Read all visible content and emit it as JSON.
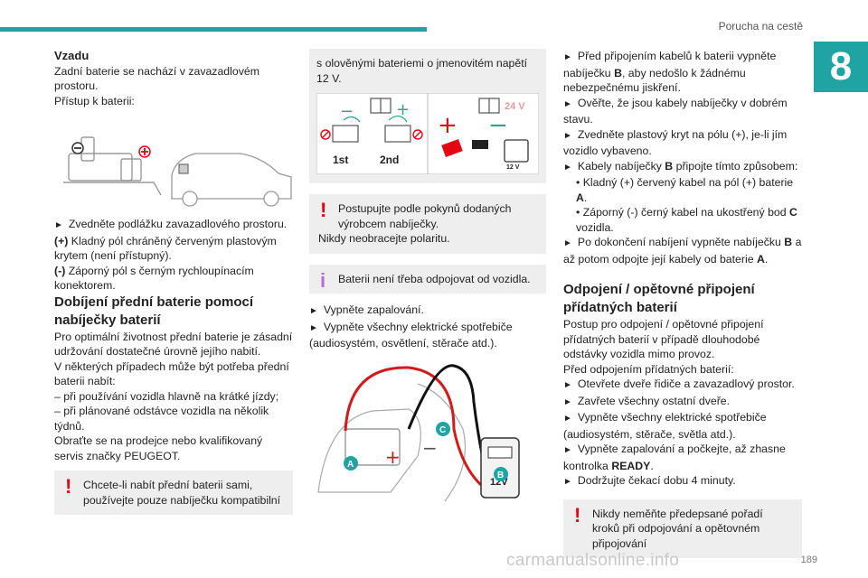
{
  "header": {
    "title": "Porucha na cestě",
    "chapter": "8"
  },
  "footer": {
    "page": "189",
    "watermark": "carmanualsonline.info"
  },
  "col1": {
    "heading_rear": "Vzadu",
    "p_rear": "Zadní baterie se nachází v zavazadlovém prostoru.",
    "p_access": "Přístup k baterii:",
    "step_floor": "Zvedněte podlážku zavazadlového prostoru.",
    "plus_prefix": "(+)",
    "plus_text": "Kladný pól chráněný červeným plastovým krytem (není přístupný).",
    "minus_prefix": "(-)",
    "minus_text": "Záporný pól s černým rychloupínacím konektorem.",
    "heading_charge": "Dobíjení přední baterie pomocí nabíječky baterií",
    "p_charge1": "Pro optimální životnost přední baterie je zásadní udržování dostatečné úrovně jejího nabití.",
    "p_charge2": "V některých případech může být potřeba přední baterii nabít:",
    "list1": "– při používání vozidla hlavně na krátké jízdy;",
    "list2": "– při plánované odstávce vozidla na několik týdnů.",
    "p_dealer": "Obraťte se na prodejce nebo kvalifikovaný servis značky PEUGEOT.",
    "warn_text": "Chcete-li nabít přední baterii sami, používejte pouze nabíječku kompatibilní"
  },
  "col2": {
    "gray_text": "s olověnými bateriemi o jmenovitém napětí 12 V.",
    "fig_24v": "24 V",
    "fig_12v": "12 V",
    "fig_1st": "1st",
    "fig_2nd": "2nd",
    "warn_text": "Postupujte podle pokynů dodaných výrobcem nabíječky.",
    "warn_text2": "Nikdy neobracejte polaritu.",
    "info_text": "Baterii není třeba odpojovat od vozidla.",
    "step_ign": "Vypněte zapalování.",
    "step_cons": "Vypněte všechny elektrické spotřebiče (audiosystém, osvětlení, stěrače atd.).",
    "label_a": "A",
    "label_b": "B",
    "label_c": "C",
    "label_12v": "12V"
  },
  "col3": {
    "s1": "Před připojením kabelů k baterii vypněte nabíječku",
    "s1_b": "B",
    "s1_end": ", aby nedošlo k žádnému nebezpečnému jiskření.",
    "s2": "Ověřte, že jsou kabely nabíječky v dobrém stavu.",
    "s3": "Zvedněte plastový kryt na pólu (+), je-li jím vozidlo vybaveno.",
    "s4": "Kabely nabíječky",
    "s4_b": "B",
    "s4_end": "připojte tímto způsobem:",
    "b1": "Kladný (+) červený kabel na pól (+) baterie",
    "b1_a": "A",
    "b2": "Záporný (-) černý kabel na ukostřený bod",
    "b2_c": "C",
    "b2_end": "vozidla.",
    "s5": "Po dokončení nabíjení vypněte nabíječku",
    "s5_b": "B",
    "s5_mid": "a až potom odpojte její kabely od baterie",
    "s5_a": "A",
    "heading": "Odpojení / opětovné připojení přídatných baterií",
    "p1": "Postup pro odpojení / opětovné připojení přídatných baterií v případě dlouhodobé odstávky vozidla mimo provoz.",
    "p2": "Před odpojením přídatných baterií:",
    "t1": "Otevřete dveře řidiče a zavazadlový prostor.",
    "t2": "Zavřete všechny ostatní dveře.",
    "t3": "Vypněte všechny elektrické spotřebiče (audiosystém, stěrače, světla atd.).",
    "t4": "Vypněte zapalování a počkejte, až zhasne kontrolka",
    "t4_b": "READY",
    "t5": "Dodržujte čekací dobu 4 minuty.",
    "warn_text": "Nikdy neměňte předepsané pořadí kroků při odpojování a opětovném připojování"
  },
  "colors": {
    "teal": "#1fa3a3",
    "warn": "#e30613",
    "info": "#b46fc9"
  }
}
